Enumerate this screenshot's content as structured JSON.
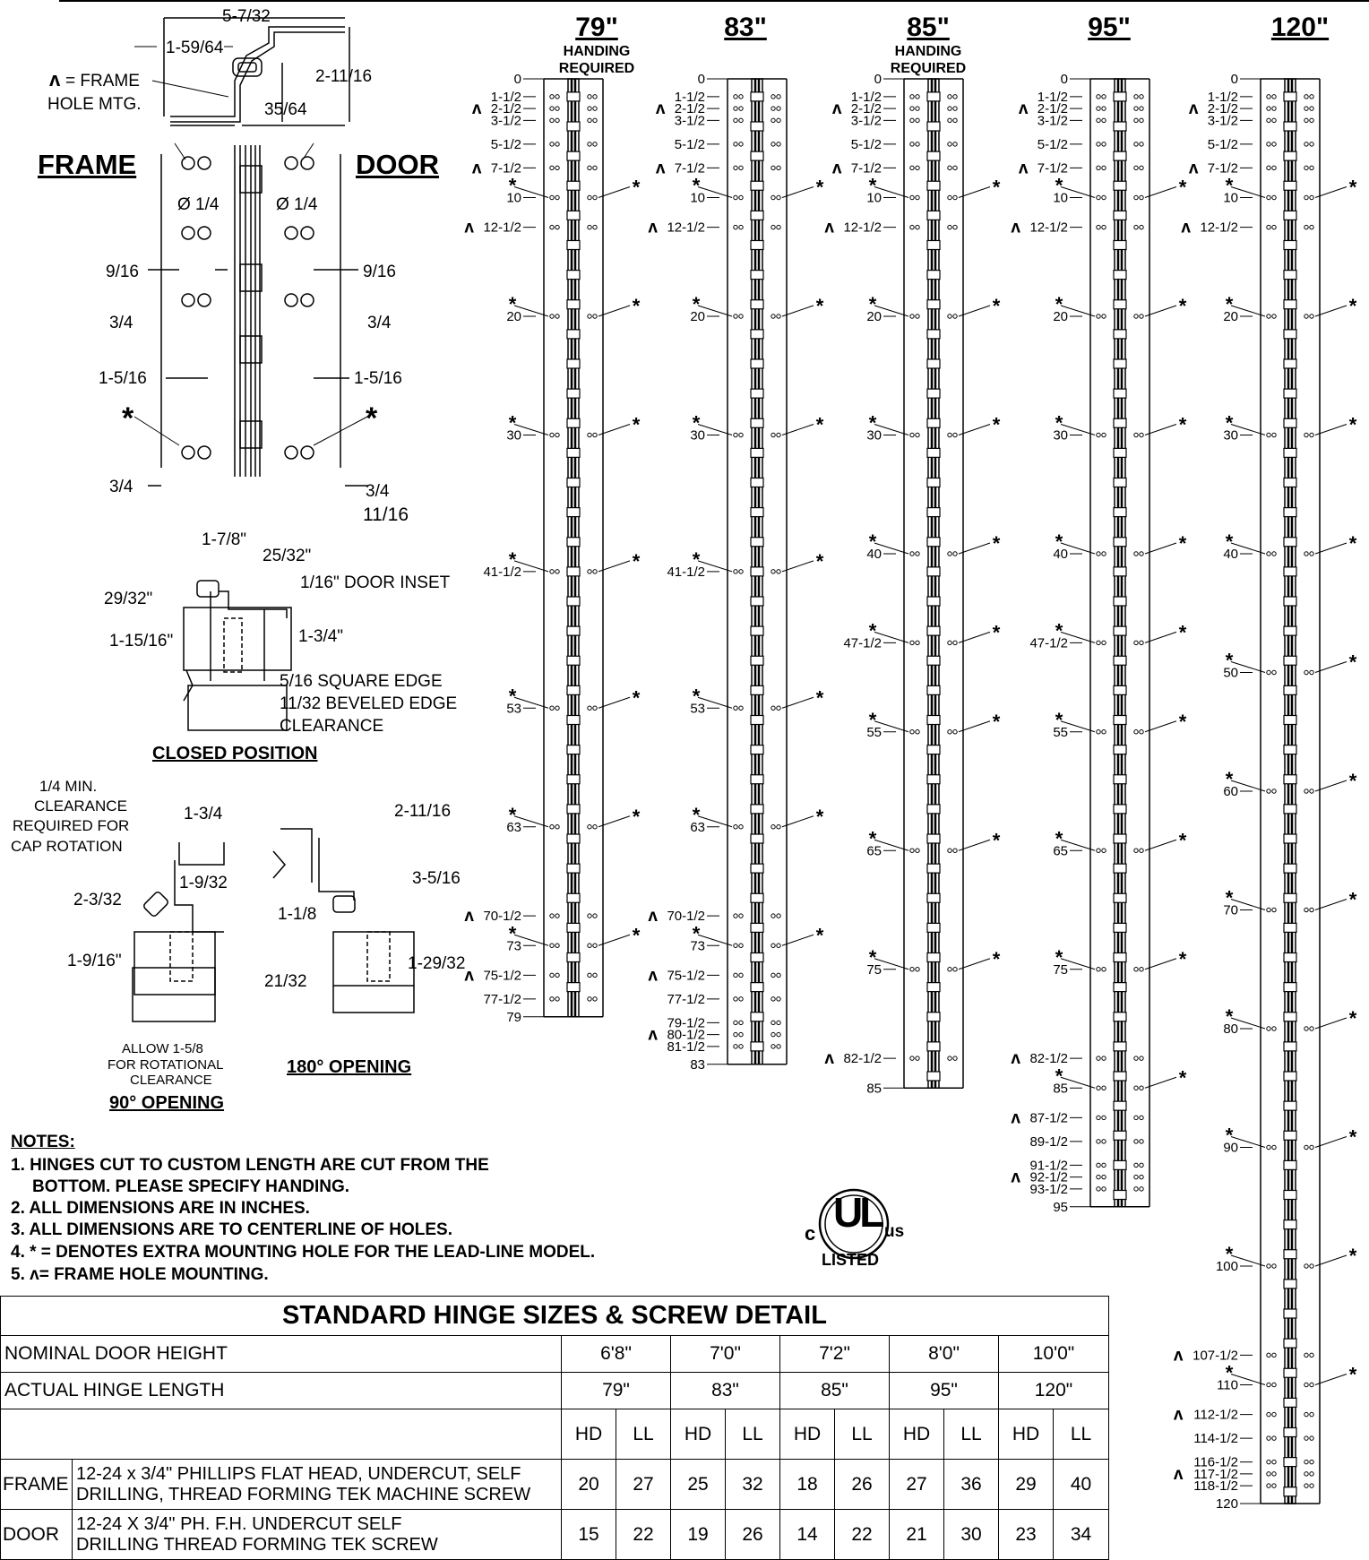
{
  "diagram": {
    "legend_frame_hole": "= FRAME",
    "legend_frame_hole_2": "HOLE MTG.",
    "frame_label": "FRAME",
    "door_label": "DOOR",
    "top_dims": [
      "5-7/32",
      "1-59/64",
      "2-11/16",
      "35/64"
    ],
    "hole_dia": "Ø 1/4",
    "side_dims": [
      "9/16",
      "3/4",
      "1-5/16",
      "3/4",
      "11/16"
    ],
    "closed": {
      "title": "CLOSED POSITION",
      "dims": [
        "1-7/8\"",
        "25/32\"",
        "29/32\"",
        "1/16\" DOOR  INSET",
        "1-15/16\"",
        "1-3/4\"",
        "5/16 SQUARE EDGE",
        "11/32 BEVELED EDGE",
        "CLEARANCE"
      ]
    },
    "open90": {
      "title": "90° OPENING",
      "dims": [
        "1/4 MIN.",
        "CLEARANCE",
        "REQUIRED FOR",
        "CAP ROTATION",
        "1-3/4",
        "2-3/32",
        "1-9/32",
        "1-9/16\"",
        "21/32",
        "ALLOW 1-5/8",
        "FOR ROTATIONAL",
        "CLEARANCE"
      ]
    },
    "open180": {
      "title": "180° OPENING",
      "dims": [
        "2-11/16",
        "3-5/16",
        "1-1/8",
        "1-29/32"
      ]
    }
  },
  "hinges": [
    {
      "title": "79\"",
      "sub": [
        "HANDING",
        "REQUIRED"
      ],
      "length": 79,
      "frame_marks": [
        0,
        1.5,
        2.5,
        3.5,
        5.5,
        7.5,
        12.5,
        70.5,
        75.5,
        77.5,
        79
      ],
      "frame_labels": [
        "0",
        "1-1/2",
        "2-1/2",
        "3-1/2",
        "5-1/2",
        "7-1/2",
        "12-1/2",
        "70-1/2",
        "75-1/2",
        "77-1/2",
        "79"
      ],
      "caret_marks": [
        2.5,
        7.5,
        12.5,
        70.5,
        75.5
      ],
      "star_marks": [
        10,
        20,
        30,
        41.5,
        53,
        63,
        73
      ],
      "star_labels": [
        "10",
        "20",
        "30",
        "41-1/2",
        "53",
        "63",
        "73"
      ]
    },
    {
      "title": "83\"",
      "sub": [],
      "length": 83,
      "frame_marks": [
        0,
        1.5,
        2.5,
        3.5,
        5.5,
        7.5,
        12.5,
        70.5,
        75.5,
        77.5,
        79.5,
        80.5,
        81.5,
        83
      ],
      "frame_labels": [
        "0",
        "1-1/2",
        "2-1/2",
        "3-1/2",
        "5-1/2",
        "7-1/2",
        "12-1/2",
        "70-1/2",
        "75-1/2",
        "77-1/2",
        "79-1/2",
        "80-1/2",
        "81-1/2",
        "83"
      ],
      "caret_marks": [
        2.5,
        7.5,
        12.5,
        70.5,
        75.5,
        80.5
      ],
      "star_marks": [
        10,
        20,
        30,
        41.5,
        53,
        63,
        73
      ],
      "star_labels": [
        "10",
        "20",
        "30",
        "41-1/2",
        "53",
        "63",
        "73"
      ]
    },
    {
      "title": "85\"",
      "sub": [
        "HANDING",
        "REQUIRED"
      ],
      "length": 85,
      "frame_marks": [
        0,
        1.5,
        2.5,
        3.5,
        5.5,
        7.5,
        12.5,
        82.5,
        85
      ],
      "frame_labels": [
        "0",
        "1-1/2",
        "2-1/2",
        "3-1/2",
        "5-1/2",
        "7-1/2",
        "12-1/2",
        "82-1/2",
        "85"
      ],
      "caret_marks": [
        2.5,
        7.5,
        12.5,
        82.5
      ],
      "star_marks": [
        10,
        20,
        30,
        40,
        47.5,
        55,
        65,
        75
      ],
      "star_labels": [
        "10",
        "20",
        "30",
        "40",
        "47-1/2",
        "55",
        "65",
        "75"
      ]
    },
    {
      "title": "95\"",
      "sub": [],
      "length": 95,
      "frame_marks": [
        0,
        1.5,
        2.5,
        3.5,
        5.5,
        7.5,
        12.5,
        82.5,
        87.5,
        89.5,
        91.5,
        92.5,
        93.5,
        95
      ],
      "frame_labels": [
        "0",
        "1-1/2",
        "2-1/2",
        "3-1/2",
        "5-1/2",
        "7-1/2",
        "12-1/2",
        "82-1/2",
        "87-1/2",
        "89-1/2",
        "91-1/2",
        "92-1/2",
        "93-1/2",
        "95"
      ],
      "caret_marks": [
        2.5,
        7.5,
        12.5,
        82.5,
        87.5,
        92.5
      ],
      "star_marks": [
        10,
        20,
        30,
        40,
        47.5,
        55,
        65,
        75,
        85
      ],
      "star_labels": [
        "10",
        "20",
        "30",
        "40",
        "47-1/2",
        "55",
        "65",
        "75",
        "85"
      ]
    },
    {
      "title": "120\"",
      "sub": [],
      "length": 120,
      "frame_marks": [
        0,
        1.5,
        2.5,
        3.5,
        5.5,
        7.5,
        12.5,
        107.5,
        112.5,
        114.5,
        116.5,
        117.5,
        118.5,
        120
      ],
      "frame_labels": [
        "0",
        "1-1/2",
        "2-1/2",
        "3-1/2",
        "5-1/2",
        "7-1/2",
        "12-1/2",
        "107-1/2",
        "112-1/2",
        "114-1/2",
        "116-1/2",
        "117-1/2",
        "118-1/2",
        "120"
      ],
      "caret_marks": [
        2.5,
        7.5,
        12.5,
        107.5,
        112.5,
        117.5
      ],
      "star_marks": [
        10,
        20,
        30,
        40,
        50,
        60,
        70,
        80,
        90,
        100,
        110
      ],
      "star_labels": [
        "10",
        "20",
        "30",
        "40",
        "50",
        "60",
        "70",
        "80",
        "90",
        "100",
        "110"
      ]
    }
  ],
  "notes": {
    "title": "NOTES:",
    "items": [
      "1. HINGES CUT TO CUSTOM LENGTH ARE CUT FROM THE",
      "BOTTOM. PLEASE SPECIFY HANDING.",
      "2. ALL DIMENSIONS ARE IN INCHES.",
      "3. ALL DIMENSIONS ARE TO CENTERLINE OF HOLES.",
      "4. * = DENOTES EXTRA MOUNTING HOLE FOR THE LEAD-LINE MODEL.",
      "5. ʌ= FRAME HOLE MOUNTING."
    ]
  },
  "ul": {
    "letters": "UL",
    "c": "c",
    "us": "us",
    "listed": "LISTED"
  },
  "table": {
    "title": "STANDARD HINGE SIZES & SCREW DETAIL",
    "row_nominal": {
      "label": "NOMINAL DOOR HEIGHT",
      "values": [
        "6'8\"",
        "7'0\"",
        "7'2\"",
        "8'0\"",
        "10'0\""
      ]
    },
    "row_actual": {
      "label": "ACTUAL HINGE LENGTH",
      "values": [
        "79\"",
        "83\"",
        "85\"",
        "95\"",
        "120\""
      ]
    },
    "subheaders": [
      "HD",
      "LL",
      "HD",
      "LL",
      "HD",
      "LL",
      "HD",
      "LL",
      "HD",
      "LL"
    ],
    "row_frame": {
      "label": "FRAME",
      "desc": [
        "12-24 x 3/4\" PHILLIPS FLAT HEAD, UNDERCUT, SELF",
        "DRILLING, THREAD FORMING TEK MACHINE SCREW"
      ],
      "values": [
        "20",
        "27",
        "25",
        "32",
        "18",
        "26",
        "27",
        "36",
        "29",
        "40"
      ]
    },
    "row_door": {
      "label": "DOOR",
      "desc": [
        "12-24 X 3/4\" PH. F.H. UNDERCUT SELF",
        "DRILLING THREAD FORMING TEK SCREW"
      ],
      "values": [
        "15",
        "22",
        "19",
        "26",
        "14",
        "22",
        "21",
        "30",
        "23",
        "34"
      ]
    }
  }
}
